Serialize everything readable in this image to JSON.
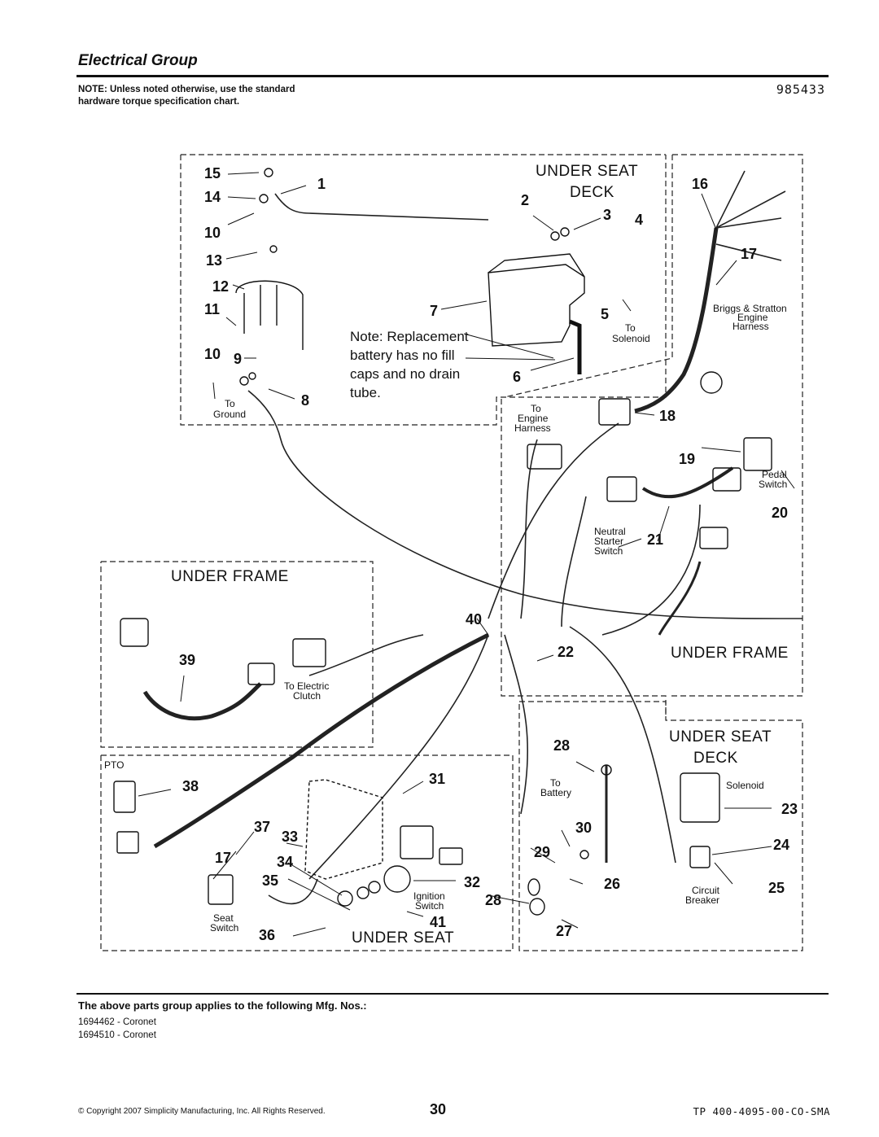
{
  "header": {
    "title": "Electrical Group",
    "note": "NOTE: Unless noted otherwise, use the standard hardware torque specification chart.",
    "drawing_number": "985433"
  },
  "diagram": {
    "sections": {
      "under_seat_deck_top": [
        "UNDER SEAT",
        "DECK"
      ],
      "under_frame_left": "UNDER FRAME",
      "under_frame_right": "UNDER FRAME",
      "under_seat_deck_bottom": [
        "UNDER SEAT",
        "DECK"
      ],
      "under_seat_bottom": "UNDER SEAT",
      "pto": "PTO"
    },
    "battery_note": [
      "Note: Replacement",
      "battery has no fill",
      "caps and no drain",
      "tube."
    ],
    "labels": {
      "to_ground": [
        "To",
        "Ground"
      ],
      "to_solenoid": [
        "To",
        "Solenoid"
      ],
      "engine_harness_top": [
        "Briggs & Stratton",
        "Engine",
        "Harness"
      ],
      "to_engine_harness": [
        "To",
        "Engine",
        "Harness"
      ],
      "pedal_switch": [
        "Pedal",
        "Switch"
      ],
      "neutral_starter_switch": [
        "Neutral",
        "Starter",
        "Switch"
      ],
      "to_electric_clutch": [
        "To Electric",
        "Clutch"
      ],
      "to_battery": [
        "To",
        "Battery"
      ],
      "solenoid": "Solenoid",
      "circuit_breaker": [
        "Circuit",
        "Breaker"
      ],
      "ignition_switch": [
        "Ignition",
        "Switch"
      ],
      "seat_switch": [
        "Seat",
        "Switch"
      ]
    },
    "callouts": {
      "c15": "15",
      "c1": "1",
      "c14": "14",
      "c2": "2",
      "c10a": "10",
      "c3": "3",
      "c4": "4",
      "c13": "13",
      "c12": "12",
      "c11": "11",
      "c7": "7",
      "c5": "5",
      "c10b": "10",
      "c9": "9",
      "c6": "6",
      "c8": "8",
      "c16": "16",
      "c17a": "17",
      "c18": "18",
      "c19": "19",
      "c20": "20",
      "c21": "21",
      "c40": "40",
      "c22": "22",
      "c39": "39",
      "c28a": "28",
      "c38": "38",
      "c31": "31",
      "c37": "37",
      "c33": "33",
      "c17b": "17",
      "c34": "34",
      "c30": "30",
      "c29": "29",
      "c23": "23",
      "c24": "24",
      "c35": "35",
      "c32": "32",
      "c28b": "28",
      "c26": "26",
      "c25": "25",
      "c36": "36",
      "c41": "41",
      "c27": "27"
    }
  },
  "footer": {
    "applies_heading": "The above parts group applies to the following Mfg. Nos.:",
    "mfg_numbers": [
      "1694462 - Coronet",
      "1694510 - Coronet"
    ],
    "copyright": "© Copyright 2007 Simplicity Manufacturing, Inc. All Rights Reserved.",
    "page_number": "30",
    "doc_id": "TP 400-4095-00-CO-SMA"
  }
}
